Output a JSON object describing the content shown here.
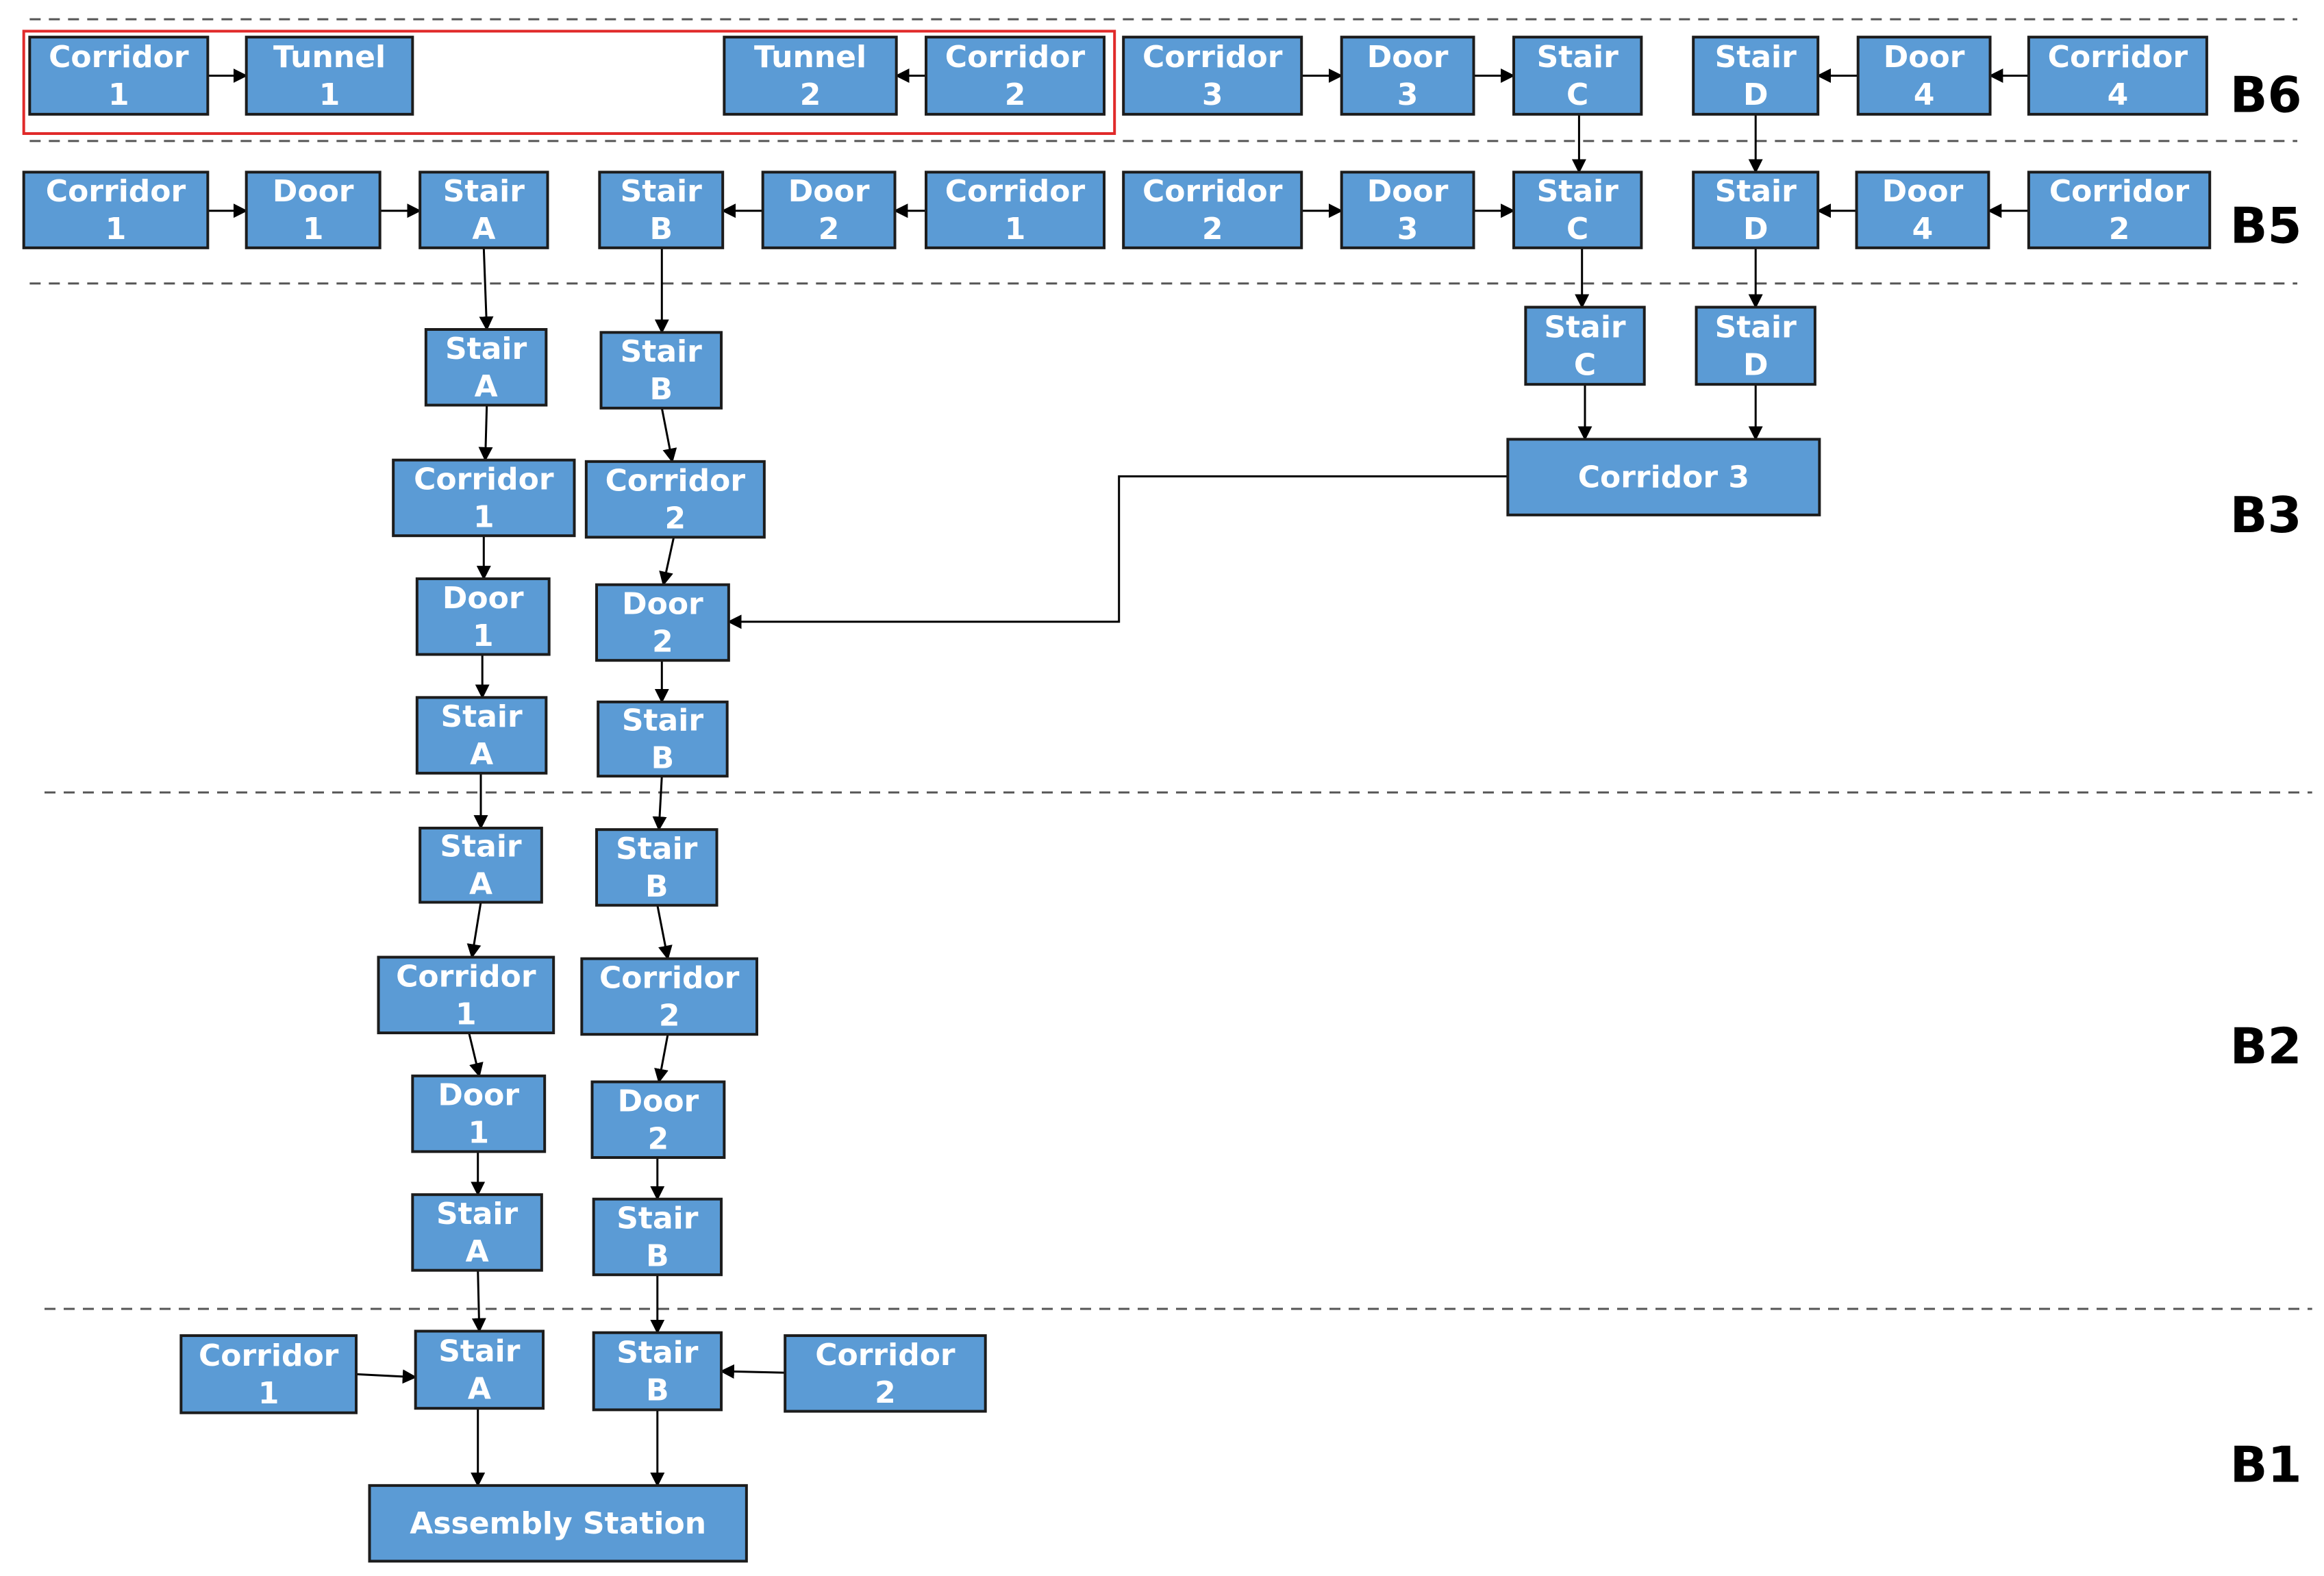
{
  "colors": {
    "node_fill": "#5b9bd5",
    "node_border": "#1c1c1c",
    "node_text": "#ffffff",
    "arrow": "#000000",
    "highlight": "#e02a2a",
    "divider": "#555555"
  },
  "floors": [
    "B6",
    "B5",
    "B3",
    "B2",
    "B1"
  ],
  "nodes": [
    {
      "id": "b6_c1",
      "lines": [
        "Corridor",
        "1"
      ]
    },
    {
      "id": "b6_t1",
      "lines": [
        "Tunnel",
        "1"
      ]
    },
    {
      "id": "b6_t2",
      "lines": [
        "Tunnel",
        "2"
      ]
    },
    {
      "id": "b6_c2",
      "lines": [
        "Corridor",
        "2"
      ]
    },
    {
      "id": "b6_c3",
      "lines": [
        "Corridor",
        "3"
      ]
    },
    {
      "id": "b6_d3",
      "lines": [
        "Door",
        "3"
      ]
    },
    {
      "id": "b6_sc",
      "lines": [
        "Stair",
        "C"
      ]
    },
    {
      "id": "b6_sd",
      "lines": [
        "Stair",
        "D"
      ]
    },
    {
      "id": "b6_d4",
      "lines": [
        "Door",
        "4"
      ]
    },
    {
      "id": "b6_c4",
      "lines": [
        "Corridor",
        "4"
      ]
    },
    {
      "id": "b5_c1",
      "lines": [
        "Corridor",
        "1"
      ]
    },
    {
      "id": "b5_d1",
      "lines": [
        "Door",
        "1"
      ]
    },
    {
      "id": "b5_sa",
      "lines": [
        "Stair",
        "A"
      ]
    },
    {
      "id": "b5_sb",
      "lines": [
        "Stair",
        "B"
      ]
    },
    {
      "id": "b5_d2",
      "lines": [
        "Door",
        "2"
      ]
    },
    {
      "id": "b5_c1b",
      "lines": [
        "Corridor",
        "1"
      ]
    },
    {
      "id": "b5_c2",
      "lines": [
        "Corridor",
        "2"
      ]
    },
    {
      "id": "b5_d3",
      "lines": [
        "Door",
        "3"
      ]
    },
    {
      "id": "b5_sc",
      "lines": [
        "Stair",
        "C"
      ]
    },
    {
      "id": "b5_sd",
      "lines": [
        "Stair",
        "D"
      ]
    },
    {
      "id": "b5_d4",
      "lines": [
        "Door",
        "4"
      ]
    },
    {
      "id": "b5_c2b",
      "lines": [
        "Corridor",
        "2"
      ]
    },
    {
      "id": "b3_sa1",
      "lines": [
        "Stair",
        "A"
      ]
    },
    {
      "id": "b3_c1",
      "lines": [
        "Corridor",
        "1"
      ]
    },
    {
      "id": "b3_d1",
      "lines": [
        "Door",
        "1"
      ]
    },
    {
      "id": "b3_sa2",
      "lines": [
        "Stair",
        "A"
      ]
    },
    {
      "id": "b3_sb1",
      "lines": [
        "Stair",
        "B"
      ]
    },
    {
      "id": "b3_c2",
      "lines": [
        "Corridor",
        "2"
      ]
    },
    {
      "id": "b3_d2",
      "lines": [
        "Door",
        "2"
      ]
    },
    {
      "id": "b3_sb2",
      "lines": [
        "Stair",
        "B"
      ]
    },
    {
      "id": "b3_sc",
      "lines": [
        "Stair",
        "C"
      ]
    },
    {
      "id": "b3_sd",
      "lines": [
        "Stair",
        "D"
      ]
    },
    {
      "id": "b3_c3",
      "lines": [
        "Corridor 3"
      ]
    },
    {
      "id": "b2_sa1",
      "lines": [
        "Stair",
        "A"
      ]
    },
    {
      "id": "b2_c1",
      "lines": [
        "Corridor",
        "1"
      ]
    },
    {
      "id": "b2_d1",
      "lines": [
        "Door",
        "1"
      ]
    },
    {
      "id": "b2_sa2",
      "lines": [
        "Stair",
        "A"
      ]
    },
    {
      "id": "b2_sb1",
      "lines": [
        "Stair",
        "B"
      ]
    },
    {
      "id": "b2_c2",
      "lines": [
        "Corridor",
        "2"
      ]
    },
    {
      "id": "b2_d2",
      "lines": [
        "Door",
        "2"
      ]
    },
    {
      "id": "b2_sb2",
      "lines": [
        "Stair",
        "B"
      ]
    },
    {
      "id": "b1_c1",
      "lines": [
        "Corridor",
        "1"
      ]
    },
    {
      "id": "b1_sa",
      "lines": [
        "Stair",
        "A"
      ]
    },
    {
      "id": "b1_sb",
      "lines": [
        "Stair",
        "B"
      ]
    },
    {
      "id": "b1_c2",
      "lines": [
        "Corridor",
        "2"
      ]
    },
    {
      "id": "b1_as",
      "lines": [
        "Assembly Station"
      ]
    }
  ],
  "edges": [
    {
      "from": "b6_c1",
      "to": "b6_t1"
    },
    {
      "from": "b6_c2",
      "to": "b6_t2"
    },
    {
      "from": "b6_c3",
      "to": "b6_d3"
    },
    {
      "from": "b6_d3",
      "to": "b6_sc"
    },
    {
      "from": "b6_d4",
      "to": "b6_sd"
    },
    {
      "from": "b6_c4",
      "to": "b6_d4"
    },
    {
      "from": "b6_sc",
      "to": "b5_sc"
    },
    {
      "from": "b6_sd",
      "to": "b5_sd"
    },
    {
      "from": "b5_c1",
      "to": "b5_d1"
    },
    {
      "from": "b5_d1",
      "to": "b5_sa"
    },
    {
      "from": "b5_d2",
      "to": "b5_sb"
    },
    {
      "from": "b5_c1b",
      "to": "b5_d2"
    },
    {
      "from": "b5_c2",
      "to": "b5_d3"
    },
    {
      "from": "b5_d3",
      "to": "b5_sc"
    },
    {
      "from": "b5_d4",
      "to": "b5_sd"
    },
    {
      "from": "b5_c2b",
      "to": "b5_d4"
    },
    {
      "from": "b5_sa",
      "to": "b3_sa1"
    },
    {
      "from": "b5_sb",
      "to": "b3_sb1"
    },
    {
      "from": "b5_sc",
      "to": "b3_sc"
    },
    {
      "from": "b5_sd",
      "to": "b3_sd"
    },
    {
      "from": "b3_sa1",
      "to": "b3_c1"
    },
    {
      "from": "b3_c1",
      "to": "b3_d1"
    },
    {
      "from": "b3_d1",
      "to": "b3_sa2"
    },
    {
      "from": "b3_sb1",
      "to": "b3_c2"
    },
    {
      "from": "b3_c2",
      "to": "b3_d2"
    },
    {
      "from": "b3_d2",
      "to": "b3_sb2"
    },
    {
      "from": "b3_sc",
      "to": "b3_c3"
    },
    {
      "from": "b3_sd",
      "to": "b3_c3"
    },
    {
      "from": "b3_c3",
      "to": "b3_d2"
    },
    {
      "from": "b3_sa2",
      "to": "b2_sa1"
    },
    {
      "from": "b3_sb2",
      "to": "b2_sb1"
    },
    {
      "from": "b2_sa1",
      "to": "b2_c1"
    },
    {
      "from": "b2_c1",
      "to": "b2_d1"
    },
    {
      "from": "b2_d1",
      "to": "b2_sa2"
    },
    {
      "from": "b2_sb1",
      "to": "b2_c2"
    },
    {
      "from": "b2_c2",
      "to": "b2_d2"
    },
    {
      "from": "b2_d2",
      "to": "b2_sb2"
    },
    {
      "from": "b2_sa2",
      "to": "b1_sa"
    },
    {
      "from": "b2_sb2",
      "to": "b1_sb"
    },
    {
      "from": "b1_c1",
      "to": "b1_sa"
    },
    {
      "from": "b1_c2",
      "to": "b1_sb"
    },
    {
      "from": "b1_sa",
      "to": "b1_as"
    },
    {
      "from": "b1_sb",
      "to": "b1_as"
    }
  ]
}
